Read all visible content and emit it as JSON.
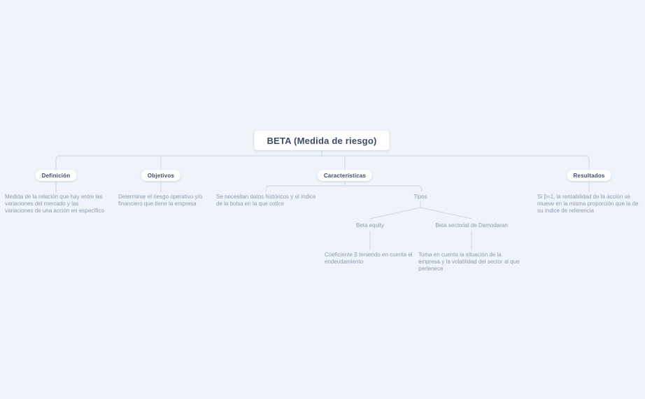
{
  "root": {
    "label": "BETA (Medida de riesgo)"
  },
  "branches": [
    {
      "id": "definicion",
      "label": "Definición",
      "description": "Medida de la relación que hay entre las variaciones del mercado y las variaciones de una acción en específico"
    },
    {
      "id": "objetivos",
      "label": "Objetivos",
      "description": "Determinar el riesgo operativo y/o financiero que tiene la empresa"
    },
    {
      "id": "caracteristicas",
      "label": "Características",
      "description": "Se necesitan datos históricos y el índice de la bolsa en la que cotice"
    },
    {
      "id": "resultados",
      "label": "Resultados",
      "description": "Si β=1, la rentabilidad de la acción se mueve en la misma proporción que la de su índice de referencia"
    }
  ],
  "tipos": {
    "label": "Tipos",
    "children": [
      {
        "label": "Beta equity",
        "description": "Coeficiente β teniendo en cuenta el endeudamiento"
      },
      {
        "label": "Beta sectorial de Damodaran",
        "description": "Toma en cuenta la situación de la empresa y la volatilidad del sector al que pertenece"
      }
    ]
  },
  "colors": {
    "background": "#eef4f9",
    "node_fill": "#ffffff",
    "node_text": "#3d4c66",
    "body_text": "#8e9bad",
    "connector": "#ccd6e0"
  }
}
